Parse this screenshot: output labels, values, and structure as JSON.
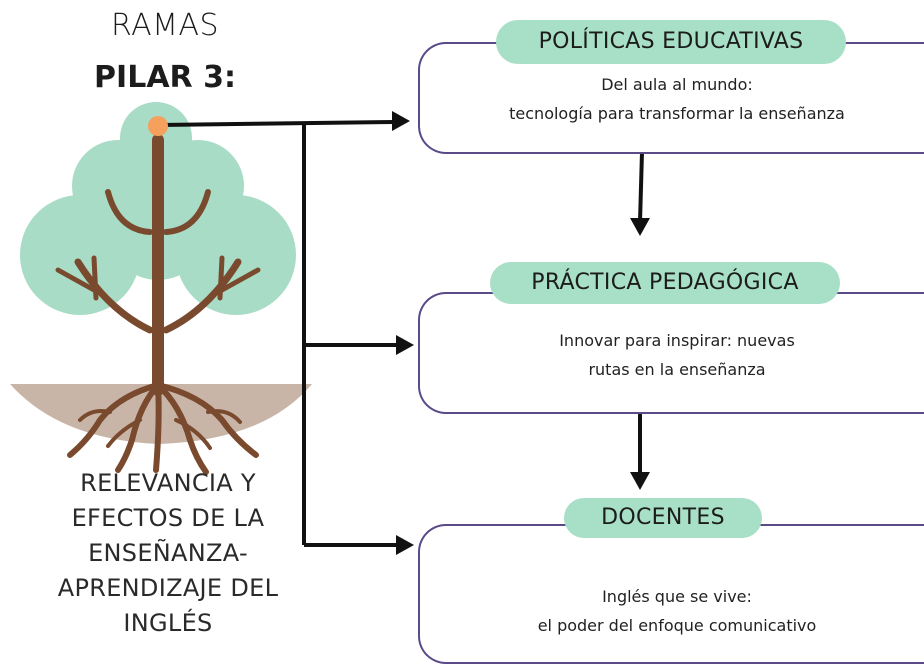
{
  "heading": {
    "line1": "RAMAS",
    "line2": "PILAR 3:"
  },
  "tree_caption": [
    "RELEVANCIA Y",
    "EFECTOS DE LA",
    "ENSEÑANZA-",
    "APRENDIZAJE DEL",
    "INGLÉS"
  ],
  "boxes": [
    {
      "title": "POLÍTICAS EDUCATIVAS",
      "line1": "Del aula al mundo:",
      "line2": "tecnología para transformar la enseñanza"
    },
    {
      "title": "PRÁCTICA PEDAGÓGICA",
      "line1": "Innovar para inspirar: nuevas",
      "line2": "rutas en la enseñanza"
    },
    {
      "title": "DOCENTES",
      "line1": "Inglés que se vive:",
      "line2": "el poder del enfoque comunicativo"
    }
  ],
  "colors": {
    "foliage": "#a8dcc6",
    "trunk": "#7a4a2e",
    "ground": "#c9b5a8",
    "node": "#f5a05c",
    "pill": "#a8dfc7",
    "box_border": "#5a4a8a",
    "arrow": "#111111"
  }
}
